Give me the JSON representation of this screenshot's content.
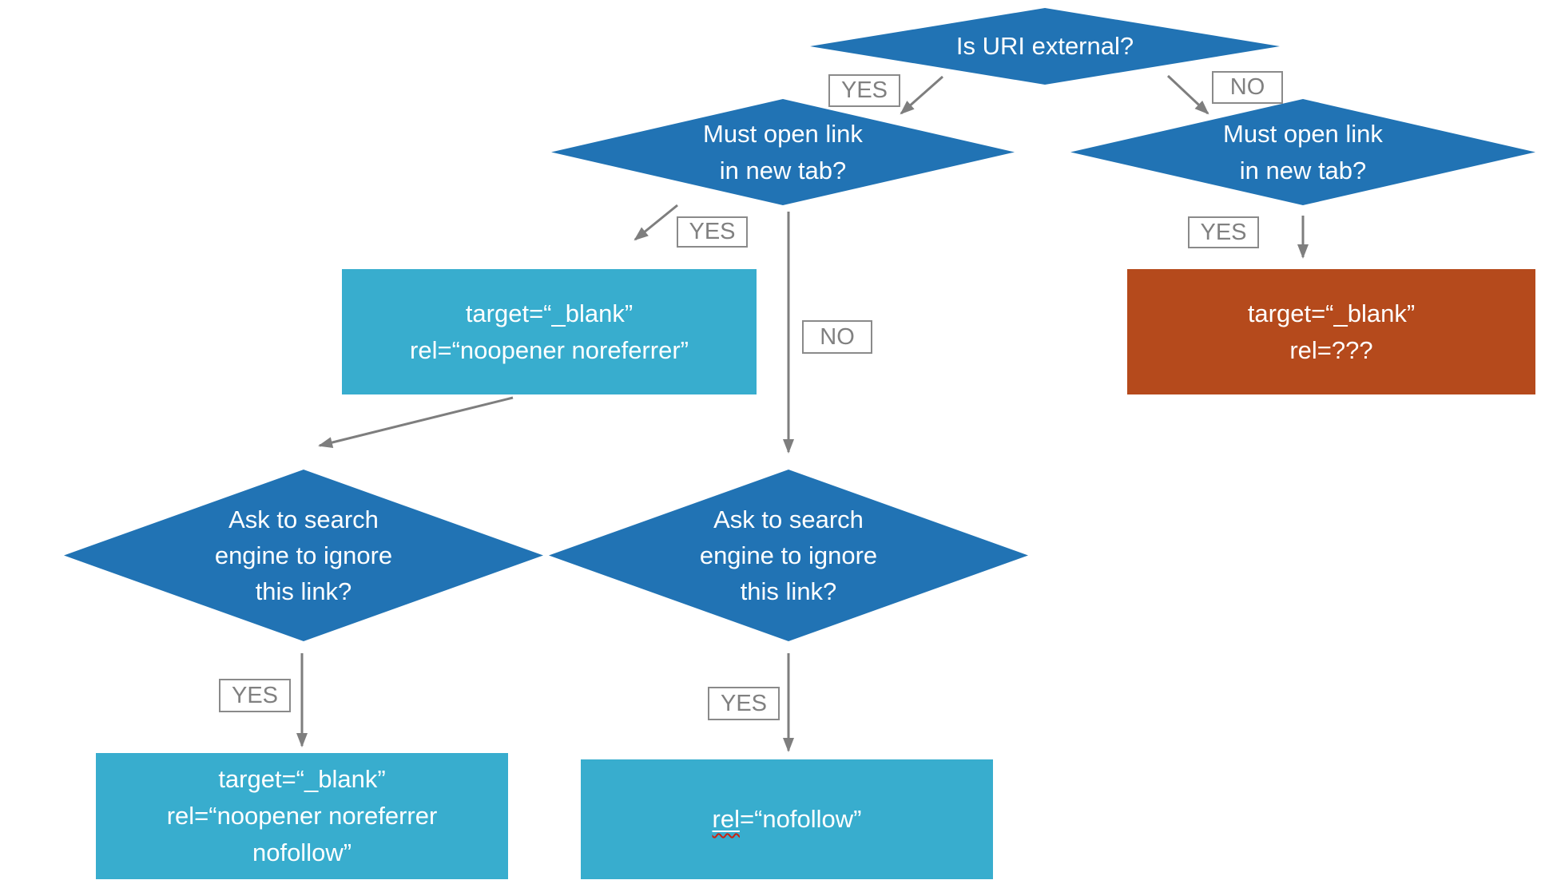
{
  "colors": {
    "decision_blue": "#2173B4",
    "result_teal": "#38ADCE",
    "result_orange": "#B54A1C",
    "label_gray": "#808080",
    "arrow_gray": "#7E7E7E",
    "text_white": "#FFFFFF",
    "spellcheck_red": "#CC2211"
  },
  "nodes": {
    "root": {
      "label": "Is URI external?"
    },
    "newtab_left": {
      "lines": [
        "Must open link",
        "in new tab?"
      ]
    },
    "newtab_right": {
      "lines": [
        "Must open link",
        "in new tab?"
      ]
    },
    "ask_left": {
      "lines": [
        "Ask to search",
        "engine to ignore",
        "this link?"
      ]
    },
    "ask_center": {
      "lines": [
        "Ask to search",
        "engine to ignore",
        "this link?"
      ]
    },
    "result_noopener": {
      "lines": [
        "target=“_blank”",
        "rel=“noopener noreferrer”"
      ]
    },
    "result_unknown": {
      "lines": [
        "target=“_blank”",
        "rel=???"
      ]
    },
    "result_noopener_nofollow": {
      "lines": [
        "target=“_blank”",
        "rel=“noopener noreferrer",
        "nofollow”"
      ]
    },
    "result_nofollow": {
      "prefix": "rel",
      "rest": "=“nofollow”"
    }
  },
  "labels": {
    "yes_top": "YES",
    "no_top": "NO",
    "yes_left": "YES",
    "no_center": "NO",
    "yes_right": "YES",
    "yes_bottom_left": "YES",
    "yes_bottom_center": "YES"
  }
}
